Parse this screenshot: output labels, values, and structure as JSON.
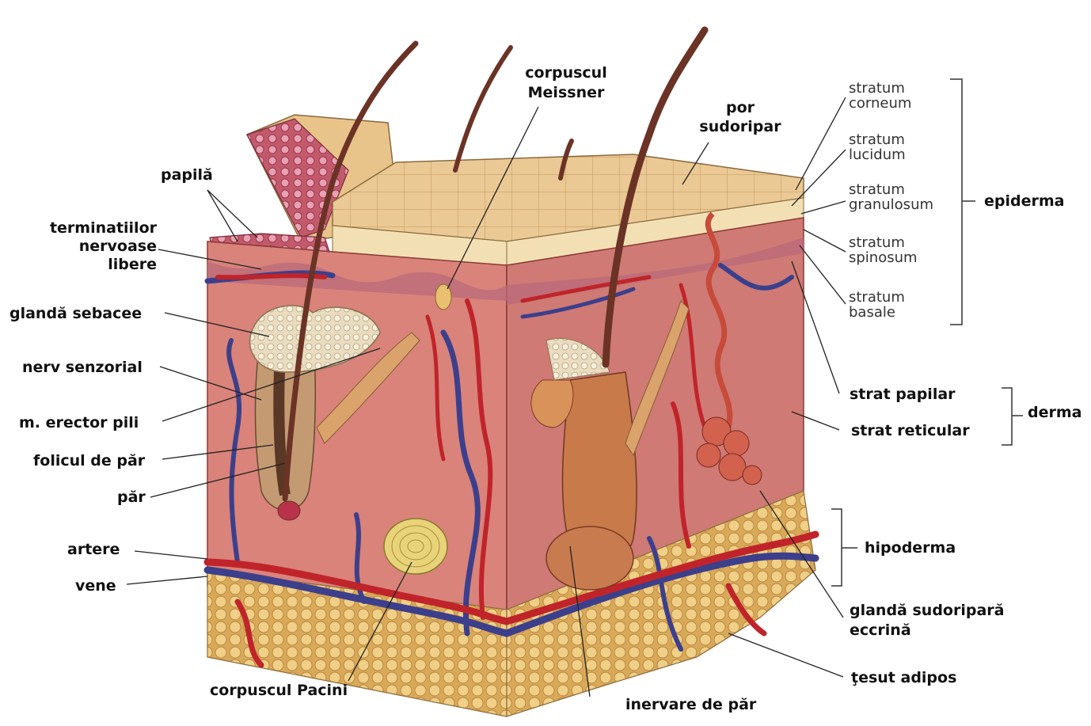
{
  "labels": {
    "papila": "papilă",
    "terminatii": [
      "terminatiilor",
      "nervoase",
      "libere"
    ],
    "glanda_sebacee": "glandă sebacee",
    "nerv_senzorial": "nerv senzorial",
    "erector_pili": "m. erector pili",
    "folicul": "folicul de păr",
    "par": "păr",
    "artere": "artere",
    "vene": "vene",
    "corpuscul_pacini": "corpuscul Pacini",
    "corpuscul_meissner": [
      "corpuscul",
      "Meissner"
    ],
    "por_sudoripar": [
      "por",
      "sudoripar"
    ],
    "inervare_par": "inervare de păr",
    "stratum_corneum": [
      "stratum",
      "corneum"
    ],
    "stratum_lucidum": [
      "stratum",
      "lucidum"
    ],
    "stratum_granulosum": [
      "stratum",
      "granulosum"
    ],
    "stratum_spinosum": [
      "stratum",
      "spinosum"
    ],
    "stratum_basale": [
      "stratum",
      "basale"
    ],
    "epiderma": "epiderma",
    "strat_papilar": "strat papilar",
    "strat_reticular": "strat reticular",
    "derma": "derma",
    "hipoderma": "hipoderma",
    "glanda_sudoripara": [
      "glandă sudoripară",
      "eccrină"
    ],
    "tesut_adipos": "ţesut adipos"
  },
  "colors": {
    "epidermis_top": "#e8c48a",
    "dermis": "#d9837a",
    "dermis_dark": "#b8555a",
    "fat": "#e8c373",
    "artery": "#c0242a",
    "vein": "#3c3f8c",
    "hair": "#6b3326"
  }
}
